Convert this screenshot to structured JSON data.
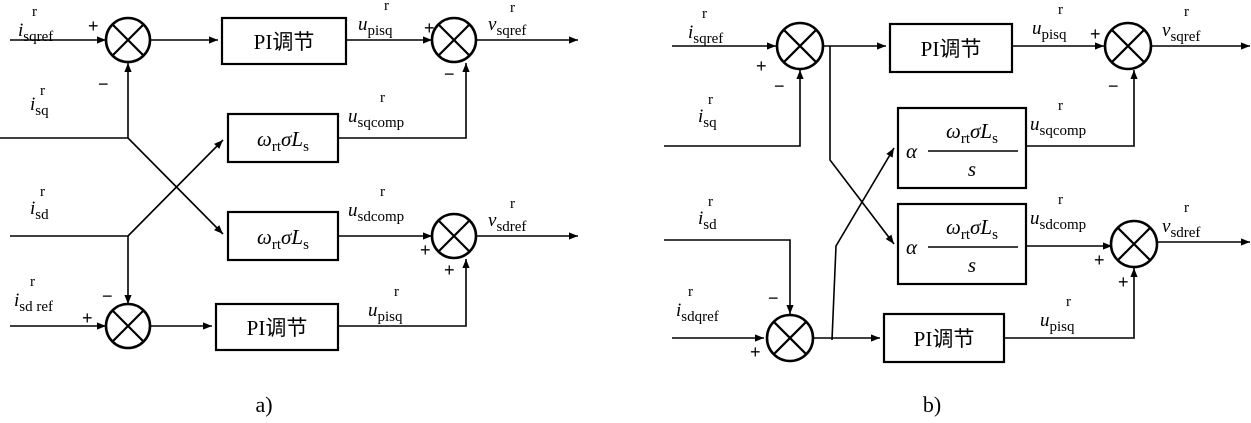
{
  "blocks": {
    "pi": "PI调节",
    "gain_omega": "ω",
    "gain_rt": "rt",
    "gain_sigma": "σ",
    "gain_L": "L",
    "gain_s_sub": "s",
    "alpha": "α",
    "den_s": "s"
  },
  "signals": {
    "i": "i",
    "u": "u",
    "v": "v",
    "r": "r",
    "sqref": "sqref",
    "sq": "sq",
    "sd": "sd",
    "sdref": "sd ref",
    "sdqref": "sdqref",
    "pisq": "pisq",
    "sqcomp": "sqcomp",
    "sdcomp": "sdcomp",
    "sqref_out": "sqref",
    "sdref_out": "sdref"
  },
  "signs": {
    "plus": "+",
    "minus": "−"
  },
  "captions": {
    "a": "a)",
    "b": "b)"
  }
}
